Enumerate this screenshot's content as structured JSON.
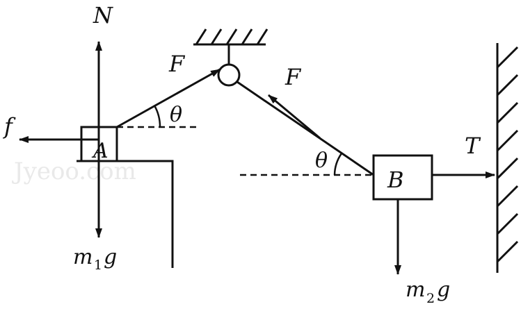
{
  "labels": {
    "normal_force": "N",
    "friction": "f",
    "tension_left": "F",
    "tension_right": "F",
    "angle_left": "θ",
    "angle_right": "θ",
    "block_a": "A",
    "block_b": "B",
    "wall_tension": "T",
    "weight_a_m": "m",
    "weight_a_sub": "1",
    "weight_a_g": "g",
    "weight_b_m": "m",
    "weight_b_sub": "2",
    "weight_b_g": "g"
  },
  "watermark": "Jyeoo.com",
  "colors": {
    "ink": "#111111",
    "background": "#ffffff",
    "watermark": "#e9e9e9"
  }
}
